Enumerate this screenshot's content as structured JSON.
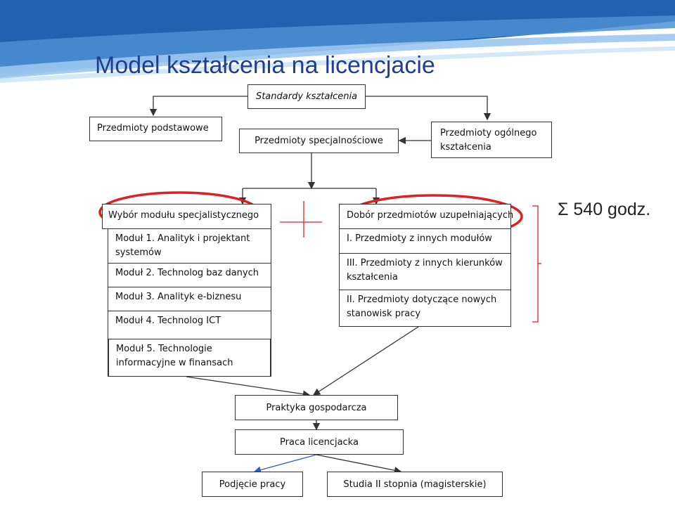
{
  "title": "Model kształcenia na licencjacie",
  "boxes": {
    "standardy": "Standardy kształcenia",
    "podstawowe": "Przedmioty podstawowe",
    "specjalnosciowe": "Przedmioty specjalnościowe",
    "ogolne": "Przedmioty ogólnego kształcenia",
    "praktyka": "Praktyka gospodarcza",
    "praca": "Praca licencjacka",
    "podjecie": "Podjęcie pracy",
    "studia2": "Studia II stopnia (magisterskie)"
  },
  "modules_block": {
    "header": "Wybór modułu specjalistycznego",
    "items": [
      "Moduł 1. Analityk i projektant systemów",
      "Moduł 2. Technolog baz danych",
      "Moduł 3. Analityk e-biznesu",
      "Moduł 4. Technolog ICT",
      "Moduł 5. Technologie informacyjne w finansach"
    ]
  },
  "supplement_block": {
    "header": "Dobór przedmiotów uzupełniających",
    "items": [
      "I. Przedmioty z innych modułów",
      "III. Przedmioty z innych kierunków kształcenia",
      "II. Przedmioty dotyczące nowych stanowisk pracy"
    ]
  },
  "sum_label": "Σ 540 godz.",
  "colors": {
    "title": "#1f3f8c",
    "highlight": "#e02020",
    "arrow_blue": "#2f5fb5",
    "banner_dark": "#1e62b0",
    "banner_light": "#7fb6e6"
  }
}
